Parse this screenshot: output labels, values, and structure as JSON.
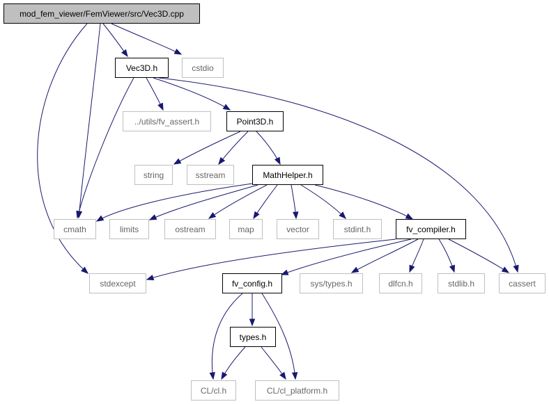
{
  "graph": {
    "nodes": {
      "root": "mod_fem_viewer/FemViewer/src/Vec3D.cpp",
      "vec3d": "Vec3D.h",
      "cstdio": "cstdio",
      "fv_assert": "../utils/fv_assert.h",
      "point3d": "Point3D.h",
      "string": "string",
      "sstream": "sstream",
      "mathhelper": "MathHelper.h",
      "cmath": "cmath",
      "limits": "limits",
      "ostream": "ostream",
      "map": "map",
      "vector": "vector",
      "stdint": "stdint.h",
      "fv_compiler": "fv_compiler.h",
      "stdexcept": "stdexcept",
      "fv_config": "fv_config.h",
      "sys_types": "sys/types.h",
      "dlfcn": "dlfcn.h",
      "stdlib": "stdlib.h",
      "cassert": "cassert",
      "types": "types.h",
      "cl": "CL/cl.h",
      "cl_platform": "CL/cl_platform.h"
    },
    "edge_color": "#191970",
    "external_border_color": "#bfbfbf",
    "root_fill_color": "#bfbfbf"
  }
}
